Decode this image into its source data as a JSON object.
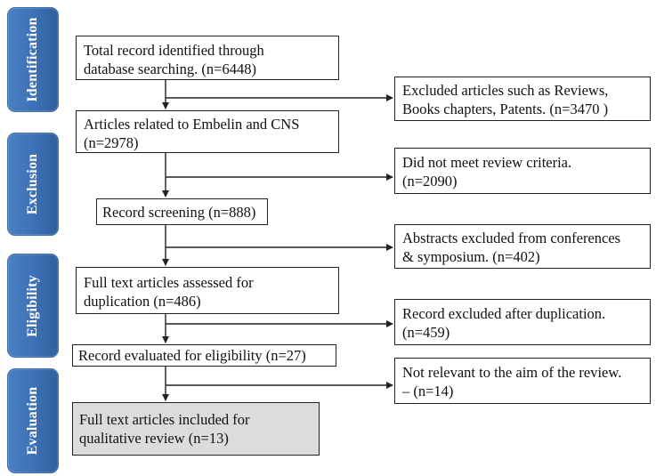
{
  "phases": [
    {
      "label": "Identification"
    },
    {
      "label": "Exclusion"
    },
    {
      "label": "Eligibility"
    },
    {
      "label": "Evaluation"
    }
  ],
  "main_boxes": [
    {
      "lines": [
        "Total record identified through",
        "database searching. (n=6448)"
      ]
    },
    {
      "lines": [
        "Articles related to Embelin and CNS",
        "(n=2978)"
      ]
    },
    {
      "lines": [
        "Record screening (n=888)"
      ]
    },
    {
      "lines": [
        "Full text articles assessed for",
        "duplication (n=486)"
      ]
    },
    {
      "lines": [
        "Record evaluated for eligibility  (n=27)"
      ]
    },
    {
      "lines": [
        "Full text articles included for",
        "qualitative review (n=13)"
      ]
    }
  ],
  "exclusion_boxes": [
    {
      "lines": [
        "Excluded articles such as Reviews,",
        "Books chapters, Patents. (n=3470 )"
      ]
    },
    {
      "lines": [
        "Did not meet review criteria.",
        "(n=2090)"
      ]
    },
    {
      "lines": [
        "Abstracts excluded from conferences",
        "& symposium. (n=402)"
      ]
    },
    {
      "lines": [
        "Record excluded after duplication.",
        "(n=459)"
      ]
    },
    {
      "lines": [
        "Not relevant to the aim of the review.",
        "– (n=14)"
      ]
    }
  ],
  "colors": {
    "phase_fill": "#3b70b5",
    "phase_text": "#ffffff",
    "final_box_fill": "#dcdcdc",
    "line": "#222222"
  }
}
